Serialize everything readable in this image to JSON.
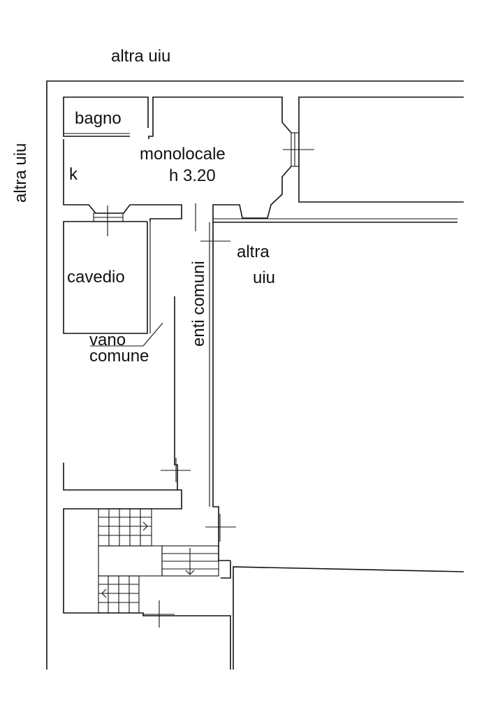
{
  "plan": {
    "labels": {
      "top_outside": "altra uiu",
      "left_outside": "altra uiu",
      "bathroom": "bagno",
      "kitchen": "k",
      "studio": "monolocale",
      "height": "h 3.20",
      "courtyard": "cavedio",
      "corridor": "enti comuni",
      "right_unit_line1": "altra",
      "right_unit_line2": "uiu",
      "common_space_line1": "vano",
      "common_space_line2": "comune"
    },
    "colors": {
      "lines": "#111111",
      "background": "#ffffff"
    }
  }
}
